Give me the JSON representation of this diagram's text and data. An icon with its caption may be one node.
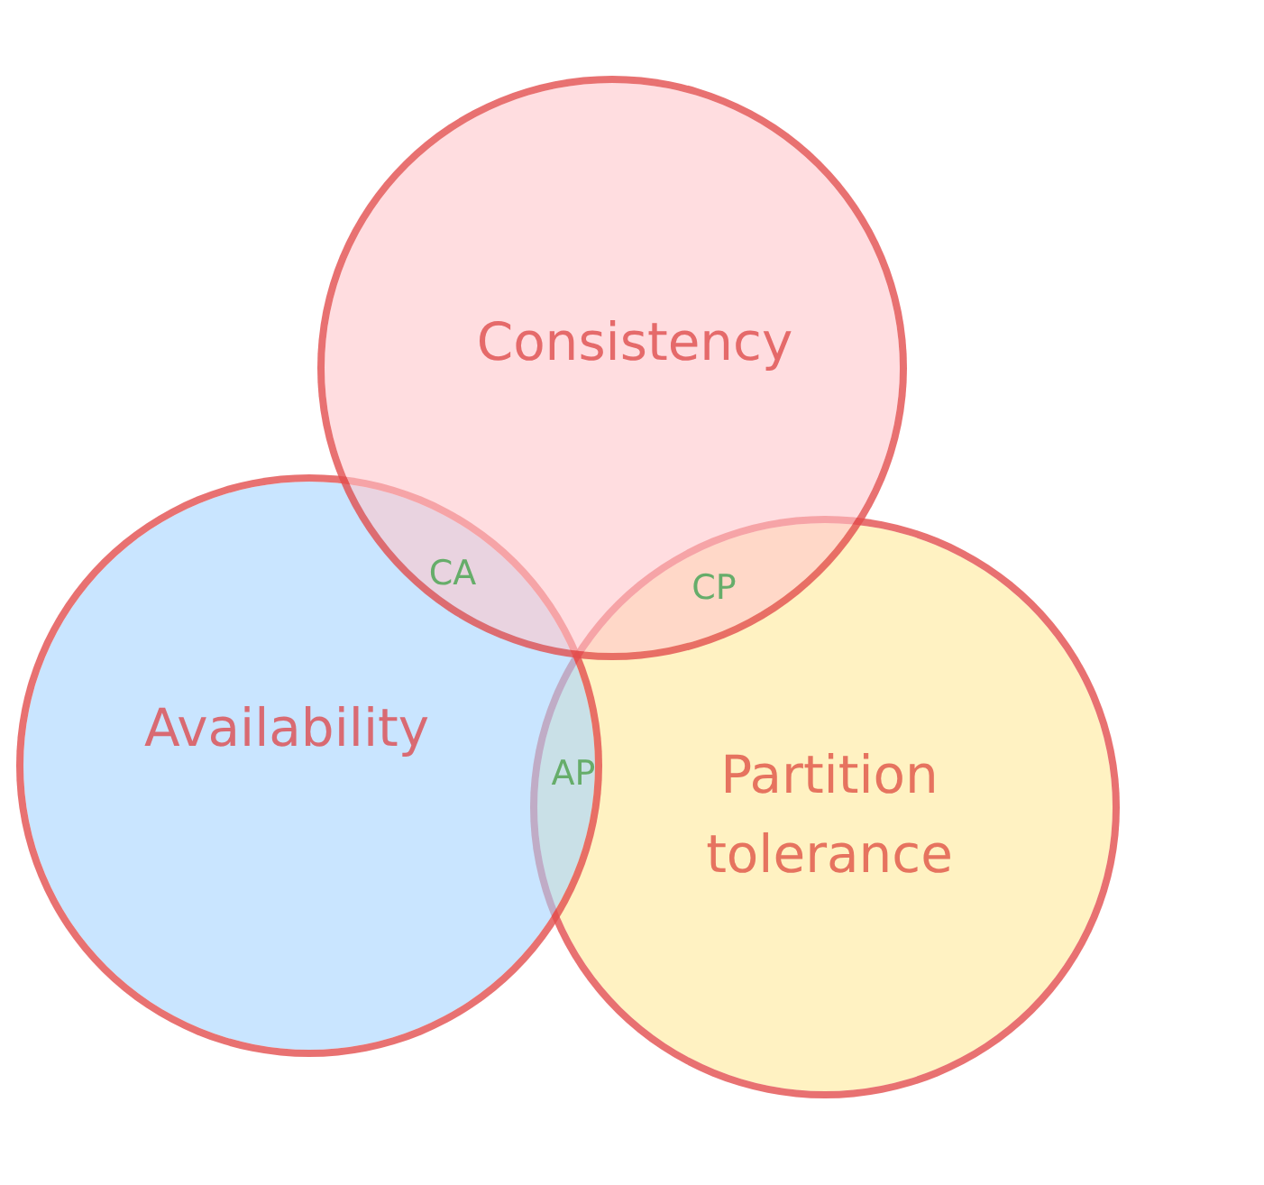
{
  "diagram": {
    "nodes": [
      {
        "text": [
          "Consistency"
        ]
      },
      {
        "text": [
          "Availability"
        ]
      },
      {
        "text": [
          "Partition tolerance"
        ]
      }
    ],
    "labels": [
      "CA",
      "CP",
      "AP"
    ]
  }
}
